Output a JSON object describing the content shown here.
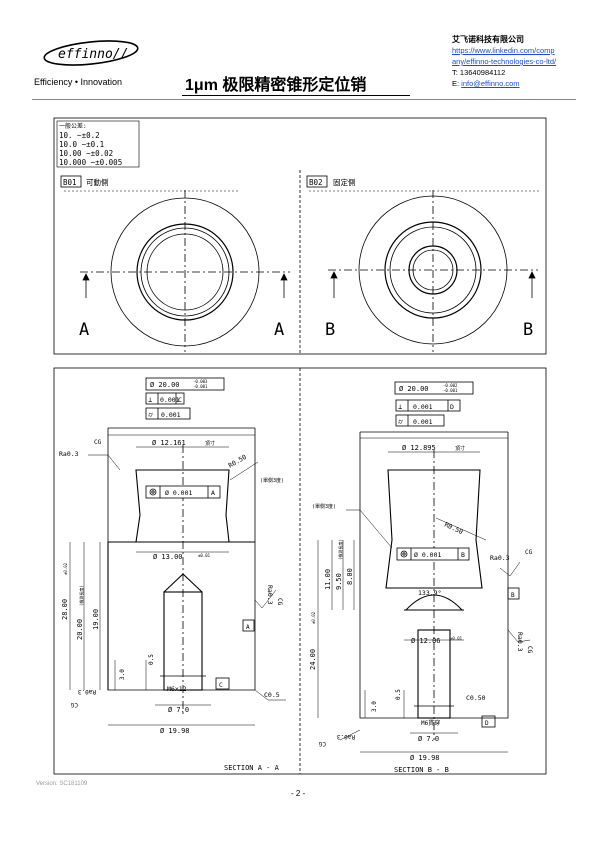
{
  "header": {
    "brand": "effinno//",
    "tagline": "Efficiency • Innovation",
    "title": "1μm 极限精密锥形定位销",
    "company": "艾飞诺科技有限公司",
    "link_line1": "https://www.linkedin.com/comp",
    "link_line2": "any/effinno-technologies-co-ltd/",
    "phone": "T: 13640984112",
    "email_prefix": "E: ",
    "email": "info@effinno.com"
  },
  "tolerance_table": {
    "heading": "一般公差:",
    "rows": [
      "10.      ~±0.2",
      "10.0     ~±0.1",
      "10.00    ~±0.02",
      "10.000 ~±0.005"
    ]
  },
  "top_views": {
    "left_tag": "B01",
    "left_label": "可動側",
    "left_section": "A",
    "right_tag": "B02",
    "right_label": "固定側",
    "right_section": "B"
  },
  "section_a": {
    "od": "Ø 20.00",
    "od_tol_upper": "-0.003",
    "od_tol_lower": "-0.001",
    "perp_value": "0.001",
    "perp_ref": "C",
    "cyl_value": "0.001",
    "top_dia": "Ø 12.161",
    "top_dia_note": "頂寸",
    "r_top": "R0.50",
    "ra_left": "Ra0.3",
    "cg_left": "CG",
    "concentric_value": "Ø 0.001",
    "concentric_ref": "A",
    "note": "(單側3度)",
    "base_dia": "Ø 13.00",
    "base_dia_tol": "±0.01",
    "h_total": "28.00",
    "h_total_tol": "±0.02",
    "h_mid": "20.00",
    "h_mid_note": "(檢測長度)",
    "h_mid2": "19.00",
    "ra_right": "Ra0.3",
    "cg_right": "CG",
    "ref_a": "A",
    "dim_3": "3.0",
    "dim_05": "0.5",
    "thread": "M6x12",
    "ref_c": "C",
    "chamfer": "C0.5",
    "ra_bottom": "Ra0.3",
    "cg_bottom": "CG",
    "dia_7": "Ø 7.0",
    "dia_1998": "Ø 19.98",
    "caption": "SECTION A - A"
  },
  "section_b": {
    "od": "Ø 20.00",
    "od_tol_upper": "-0.002",
    "od_tol_lower": "-0.001",
    "perp_value": "0.001",
    "perp_ref": "D",
    "cyl_value": "0.001",
    "top_dia": "Ø 12.895",
    "top_dia_note": "頂寸",
    "note": "(單側3度)",
    "r_top": "R0.50",
    "dim_11": "11.00",
    "dim_95": "9.50",
    "dim_95_note": "(檢測長度)",
    "dim_8": "8.00",
    "concentric_value": "Ø 0.001",
    "concentric_ref": "B",
    "ra_right": "Ra0.3",
    "cg_right": "CG",
    "angle": "133.9°",
    "ref_b": "B",
    "dia_1206": "Ø 12.06",
    "dia_1206_tol": "±0.01",
    "h_total": "24.00",
    "h_total_tol": "±0.02",
    "ra_right2": "Ra0.3",
    "cg_right2": "CG",
    "dim_05": "0.5",
    "dim_3": "3.0",
    "chamfer": "C0.50",
    "thread": "M6貫穿",
    "ref_d": "D",
    "ra_bottom": "Ra0.3",
    "cg_bottom": "CG",
    "dia_7": "Ø 7.0",
    "dia_1998": "Ø 19.98",
    "caption": "SECTION B - B"
  },
  "footer": {
    "version": "Version: SC181109",
    "page": "- 2 -"
  }
}
